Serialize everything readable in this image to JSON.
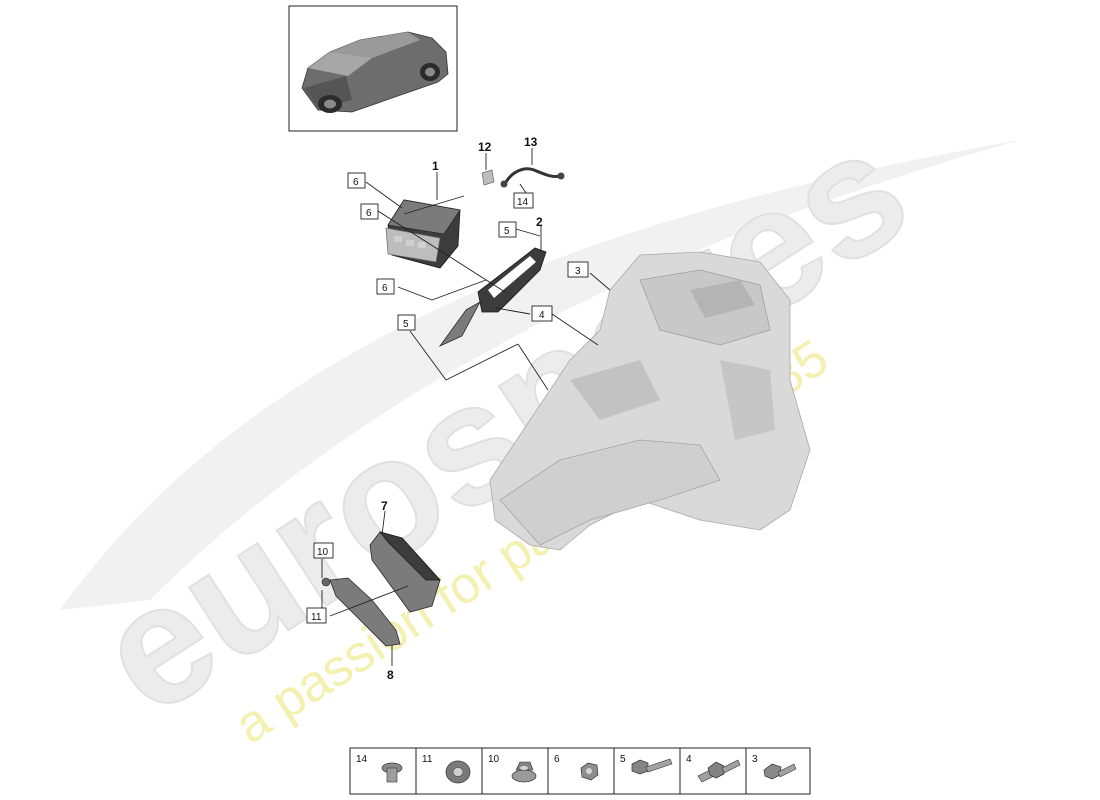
{
  "watermark": {
    "brand": "eurospares",
    "tagline": "a passion for parts since 1985"
  },
  "callouts_bold": [
    "1",
    "2",
    "7",
    "8",
    "12",
    "13"
  ],
  "callouts_boxed": [
    "6",
    "6",
    "6",
    "5",
    "5",
    "3",
    "4",
    "14",
    "10",
    "11"
  ],
  "legend": [
    {
      "num": "14",
      "icon": "bolt-flange-icon"
    },
    {
      "num": "11",
      "icon": "grommet-icon"
    },
    {
      "num": "10",
      "icon": "nut-washer-icon"
    },
    {
      "num": "6",
      "icon": "hex-nut-icon"
    },
    {
      "num": "5",
      "icon": "hex-bolt-icon"
    },
    {
      "num": "4",
      "icon": "stud-bolt-icon"
    },
    {
      "num": "3",
      "icon": "screw-icon"
    }
  ],
  "colors": {
    "watermark_grey": "#e6e6e6",
    "watermark_yellow": "#f3f0b0",
    "ink": "#111111"
  }
}
